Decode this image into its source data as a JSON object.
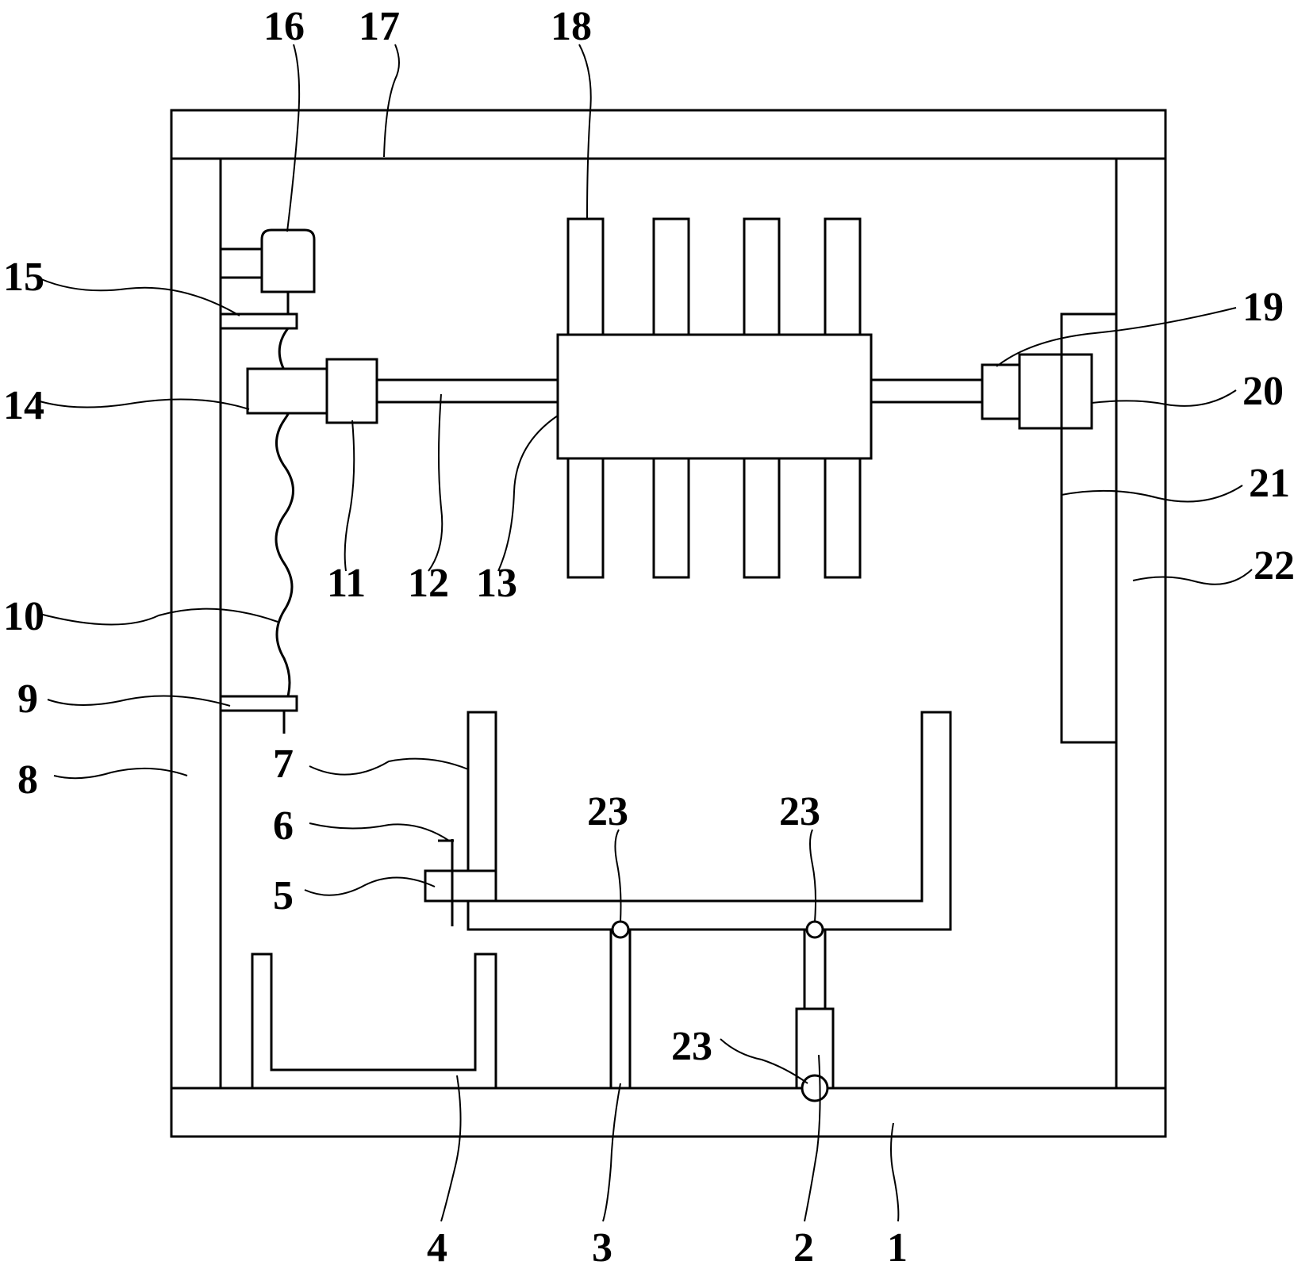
{
  "labels": {
    "l1": "1",
    "l2": "2",
    "l3": "3",
    "l4": "4",
    "l5": "5",
    "l6": "6",
    "l7": "7",
    "l8": "8",
    "l9": "9",
    "l10": "10",
    "l11": "11",
    "l12": "12",
    "l13": "13",
    "l14": "14",
    "l15": "15",
    "l16": "16",
    "l17": "17",
    "l18": "18",
    "l19": "19",
    "l20": "20",
    "l21": "21",
    "l22": "22",
    "l23a": "23",
    "l23b": "23",
    "l23c": "23"
  }
}
